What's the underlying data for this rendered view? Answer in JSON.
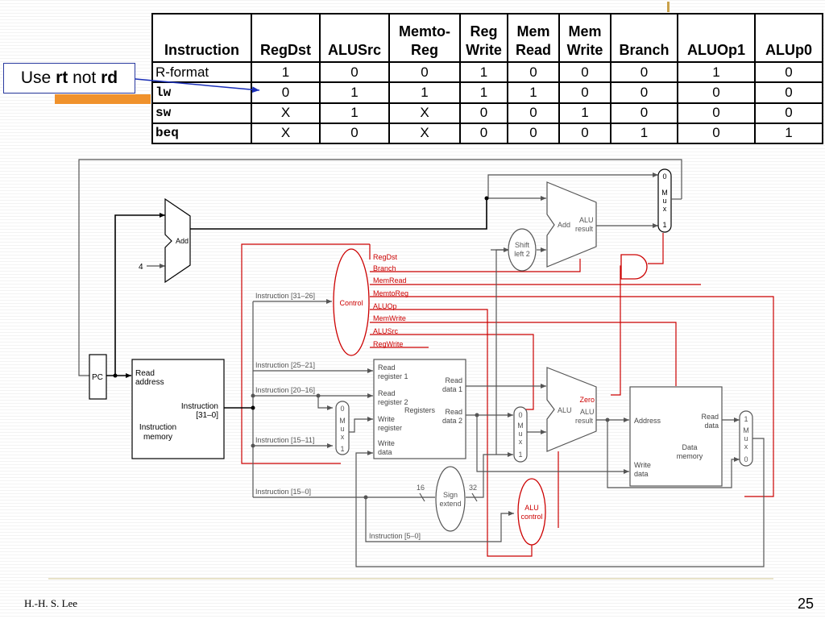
{
  "table": {
    "headers": [
      "Instruction",
      "RegDst",
      "ALUSrc",
      "Memto-\nReg",
      "Reg\nWrite",
      "Mem\nRead",
      "Mem\nWrite",
      "Branch",
      "ALUOp1",
      "ALUp0"
    ],
    "rows": [
      {
        "instr": "R-format",
        "mono": false,
        "values": [
          "1",
          "0",
          "0",
          "1",
          "0",
          "0",
          "0",
          "1",
          "0"
        ]
      },
      {
        "instr": "lw",
        "mono": true,
        "values": [
          "0",
          "1",
          "1",
          "1",
          "1",
          "0",
          "0",
          "0",
          "0"
        ]
      },
      {
        "instr": "sw",
        "mono": true,
        "values": [
          "X",
          "1",
          "X",
          "0",
          "0",
          "1",
          "0",
          "0",
          "0"
        ]
      },
      {
        "instr": "beq",
        "mono": true,
        "values": [
          "X",
          "0",
          "X",
          "0",
          "0",
          "0",
          "1",
          "0",
          "1"
        ]
      }
    ]
  },
  "callout": {
    "use": "Use",
    "rt": "rt",
    "not": "not",
    "rd": "rd"
  },
  "diagram": {
    "pc": "PC",
    "add_top": "Add",
    "const_four": "4",
    "read_address": [
      "Read",
      "address"
    ],
    "instruction_out": [
      "Instruction",
      "[31–0]"
    ],
    "instruction_memory": [
      "Instruction",
      "memory"
    ],
    "control": "Control",
    "control_signals": [
      "RegDst",
      "Branch",
      "MemRead",
      "MemtoReg",
      "ALUOp",
      "MemWrite",
      "ALUSrc",
      "RegWrite"
    ],
    "instr_fields": {
      "f31_26": "Instruction [31–26]",
      "f25_21": "Instruction [25–21]",
      "f20_16": "Instruction [20–16]",
      "f15_11": "Instruction [15–11]",
      "f15_0": "Instruction [15–0]",
      "f5_0": "Instruction [5–0]"
    },
    "registers": {
      "read_reg1": [
        "Read",
        "register 1"
      ],
      "read_reg2": [
        "Read",
        "register 2"
      ],
      "write_reg": [
        "Write",
        "register"
      ],
      "write_data": [
        "Write",
        "data"
      ],
      "read_data1": [
        "Read",
        "data 1"
      ],
      "read_data2": [
        "Read",
        "data 2"
      ],
      "title": "Registers"
    },
    "shift_left": [
      "Shift",
      "left 2"
    ],
    "add_branch": "Add",
    "alu_result": [
      "ALU",
      "result"
    ],
    "alu": "ALU",
    "zero": "Zero",
    "alu_main_result": [
      "ALU",
      "result"
    ],
    "sign_extend": [
      "Sign",
      "extend"
    ],
    "bits16": "16",
    "bits32": "32",
    "alu_control": [
      "ALU",
      "control"
    ],
    "data_memory": {
      "address": "Address",
      "read_data": [
        "Read",
        "data"
      ],
      "title": [
        "Data",
        "memory"
      ],
      "write_data": [
        "Write",
        "data"
      ]
    },
    "mux_top": [
      "0",
      "M",
      "u",
      "x",
      "1"
    ],
    "mux_reg": [
      "0",
      "M",
      "u",
      "x",
      "1"
    ],
    "mux_alu": [
      "0",
      "M",
      "u",
      "x",
      "1"
    ],
    "mux_wb": [
      "1",
      "M",
      "u",
      "x",
      "0"
    ]
  },
  "footer": {
    "author": "H.-H. S. Lee",
    "page": "25"
  },
  "colors": {
    "control": "#cc0000",
    "wire": "#555555",
    "highlight": "#f0922c"
  }
}
